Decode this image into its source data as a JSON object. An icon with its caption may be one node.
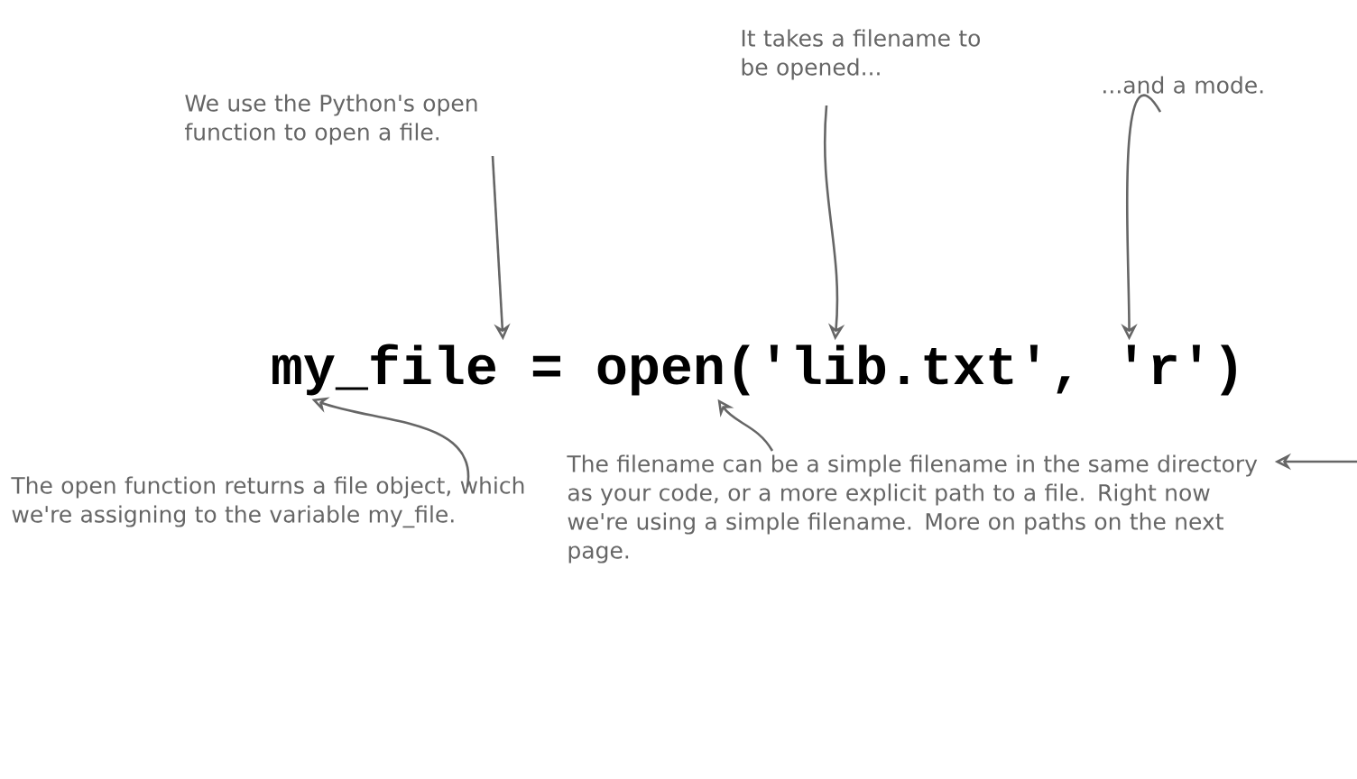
{
  "diagram": {
    "nodes": [
      {
        "text": [
          "We use the Python's open function to open a file."
        ]
      },
      {
        "text": [
          "It takes a filename to be opened..."
        ]
      },
      {
        "text": [
          "...and a mode."
        ]
      },
      {
        "text": [
          "my_file = open('lib.txt', 'r')"
        ]
      },
      {
        "text": [
          "The open function returns a file object, which we're assigning to the variable my_file."
        ]
      },
      {
        "text": [
          "The filename can be a simple filename in the same directory as your code, or a more explicit path to a file. Right now we're using a simple filename. More on paths on the next page."
        ]
      }
    ],
    "edges": [
      {
        "from": 0,
        "to": 3,
        "arrow": "to"
      },
      {
        "from": 1,
        "to": 3,
        "arrow": "to"
      },
      {
        "from": 2,
        "to": 3,
        "arrow": "to"
      },
      {
        "from": 4,
        "to": 3,
        "arrow": "to"
      },
      {
        "from": 5,
        "to": 3,
        "arrow": "to"
      },
      {
        "from": null,
        "to": 5,
        "arrow": "to"
      }
    ]
  }
}
